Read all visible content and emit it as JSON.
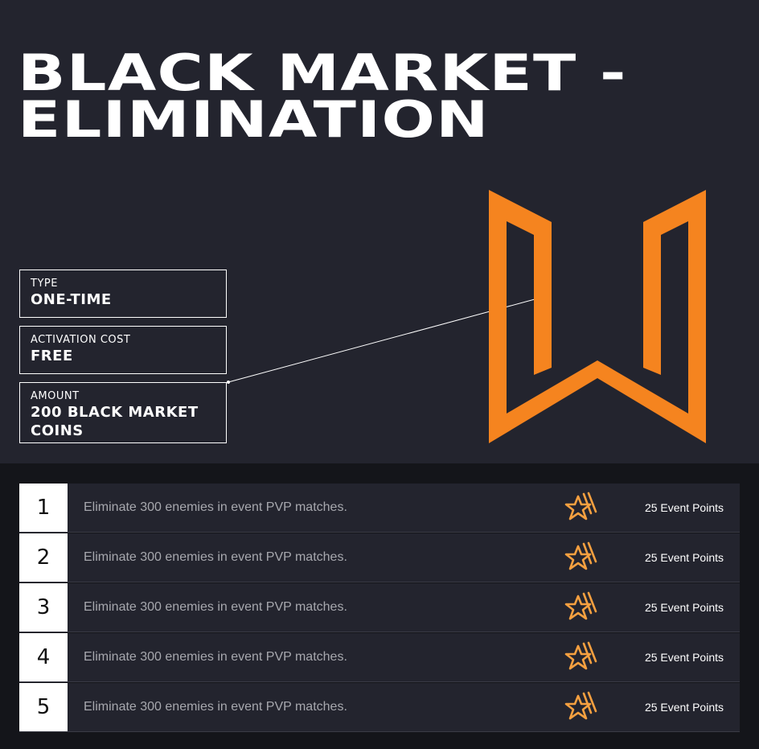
{
  "page": {
    "title_line1": "BLACK MARKET -",
    "title_line2": "ELIMINATION"
  },
  "info": {
    "type_label": "TYPE",
    "type_value": "ONE-TIME",
    "cost_label": "ACTIVATION COST",
    "cost_value": "FREE",
    "amount_label": "AMOUNT",
    "amount_value": "200 BLACK MARKET COINS"
  },
  "colors": {
    "accent": "#f5841f",
    "background": "#23242e",
    "page_background": "#14151a",
    "muted_text": "#a7a8ae"
  },
  "icons": {
    "logo": "w-logo-icon",
    "reward": "star-icon"
  },
  "challenges": [
    {
      "num": "1",
      "description": "Eliminate 300 enemies in event PVP matches.",
      "reward": "25 Event Points"
    },
    {
      "num": "2",
      "description": "Eliminate 300 enemies in event PVP matches.",
      "reward": "25 Event Points"
    },
    {
      "num": "3",
      "description": "Eliminate 300 enemies in event PVP matches.",
      "reward": "25 Event Points"
    },
    {
      "num": "4",
      "description": "Eliminate 300 enemies in event PVP matches.",
      "reward": "25 Event Points"
    },
    {
      "num": "5",
      "description": "Eliminate 300 enemies in event PVP matches.",
      "reward": "25 Event Points"
    }
  ]
}
